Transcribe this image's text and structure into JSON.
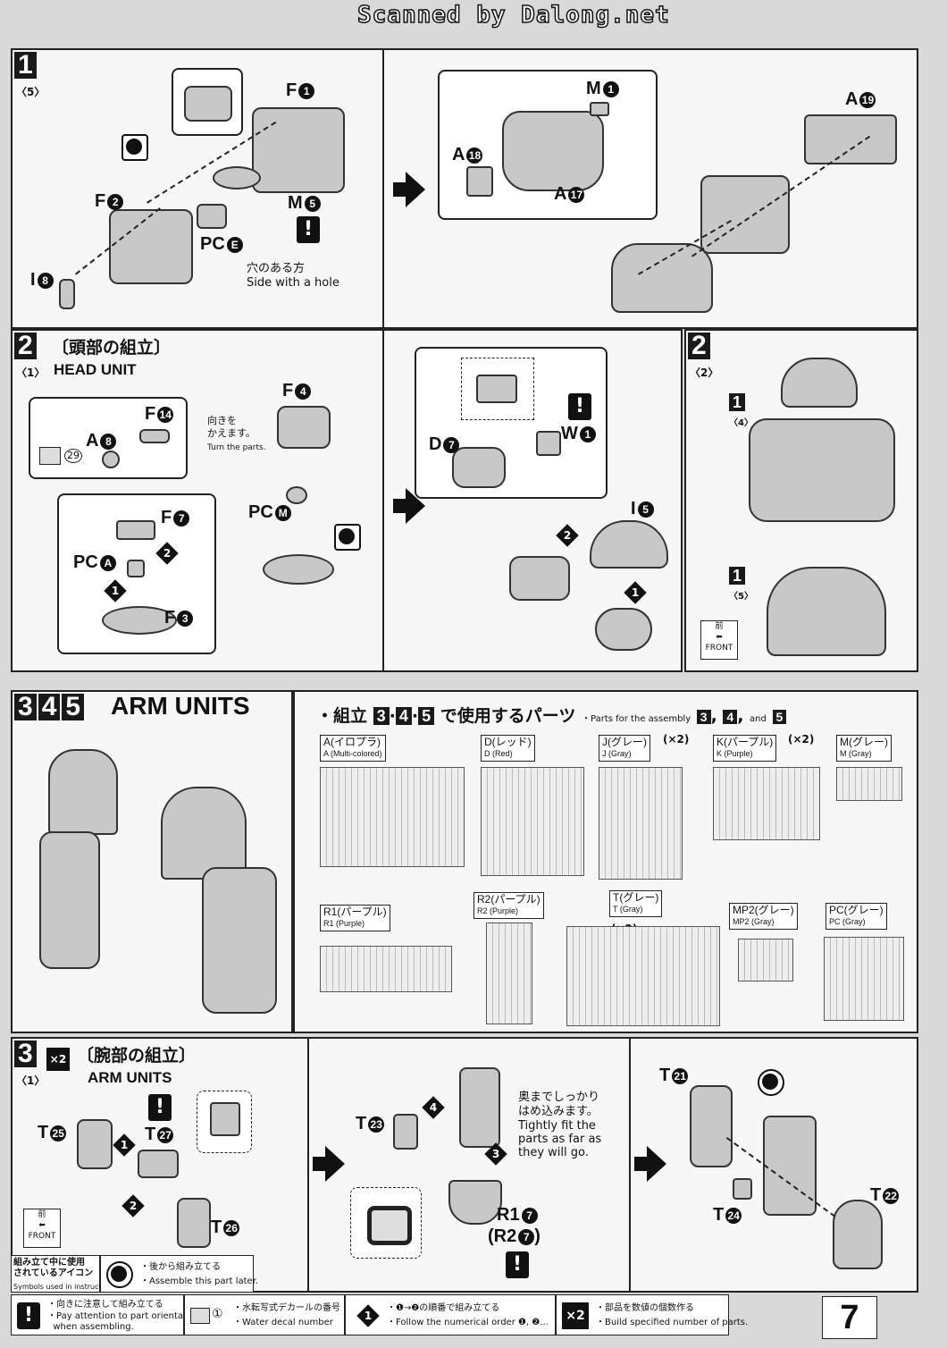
{
  "header": {
    "scan_credit": "Scanned by Dalong.net"
  },
  "page_number": "7",
  "step1": {
    "number": "1",
    "sub": "〈5〉",
    "parts": {
      "f1": "F",
      "f1n": "1",
      "f2": "F",
      "f2n": "2",
      "m5": "M",
      "m5n": "5",
      "pce": "PC",
      "pcen": "E",
      "i8": "I",
      "i8n": "8",
      "m1": "M",
      "m1n": "1",
      "a18": "A",
      "a18n": "18",
      "a17": "A",
      "a17n": "17",
      "a19": "A",
      "a19n": "19"
    },
    "hole_jp": "穴のある方",
    "hole_en": "Side with a hole"
  },
  "step2a": {
    "number": "2",
    "sub": "〈1〉",
    "title_jp": "〔頭部の組立〕",
    "title_en": "HEAD UNIT",
    "parts": {
      "f4": "F",
      "f4n": "4",
      "f14": "F",
      "f14n": "14",
      "a8": "A",
      "a8n": "8",
      "decal": "29",
      "f7": "F",
      "f7n": "7",
      "pca": "PC",
      "pcan": "A",
      "f3": "F",
      "f3n": "3",
      "pcm": "PC",
      "pcmn": "M",
      "d7": "D",
      "d7n": "7",
      "w1": "W",
      "w1n": "1",
      "i5": "I",
      "i5n": "5"
    },
    "turn_jp": "向きを\nかえます。",
    "turn_en": "Turn the parts."
  },
  "step2b": {
    "number": "2",
    "sub": "〈2〉",
    "ref1": "1",
    "ref1sub": "〈4〉",
    "ref2": "1",
    "ref2sub": "〈5〉",
    "front_jp": "前",
    "front_en": "FRONT"
  },
  "arm": {
    "numbers": [
      "3",
      "4",
      "5"
    ],
    "title_en": "ARM UNITS",
    "parts_heading_jp_pre": "・組立",
    "parts_heading_jp_post": "で使用するパーツ",
    "parts_heading_en": "・Parts for the assembly",
    "and": "and",
    "runners": [
      {
        "jp": "A(イロプラ)",
        "en": "A (Multi-colored)",
        "mult": ""
      },
      {
        "jp": "D(レッド)",
        "en": "D (Red)",
        "mult": ""
      },
      {
        "jp": "J(グレー)",
        "en": "J (Gray)",
        "mult": "(×2)"
      },
      {
        "jp": "K(パープル)",
        "en": "K (Purple)",
        "mult": "(×2)"
      },
      {
        "jp": "M(グレー)",
        "en": "M (Gray)",
        "mult": ""
      },
      {
        "jp": "R1(パープル)",
        "en": "R1 (Purple)",
        "mult": ""
      },
      {
        "jp": "R2(パープル)",
        "en": "R2 (Purple)",
        "mult": ""
      },
      {
        "jp": "T(グレー)",
        "en": "T (Gray)",
        "mult": "(×2)"
      },
      {
        "jp": "MP2(グレー)",
        "en": "MP2 (Gray)",
        "mult": ""
      },
      {
        "jp": "PC(グレー)",
        "en": "PC (Gray)",
        "mult": ""
      }
    ]
  },
  "step3": {
    "number": "3",
    "sub": "〈1〉",
    "mult": "×2",
    "title_jp": "〔腕部の組立〕",
    "title_en": "ARM UNITS",
    "parts": {
      "t25": "T",
      "t25n": "25",
      "t27": "T",
      "t27n": "27",
      "t26": "T",
      "t26n": "26",
      "t23": "T",
      "t23n": "23",
      "r17": "R1",
      "r17n": "7",
      "r27": "(R2",
      "r27n": "7",
      "r27close": ")",
      "t21": "T",
      "t21n": "21",
      "t24": "T",
      "t24n": "24",
      "t22": "T",
      "t22n": "22"
    },
    "tight_jp": "奥までしっかり\nはめ込みます。",
    "tight_en": "Tightly fit the\nparts as far as\nthey will go.",
    "front_jp": "前",
    "front_en": "FRONT"
  },
  "legend": {
    "title_jp": "組み立て中に使用\nされているアイコン",
    "title_en": "Symbols used in instructions",
    "later_jp": "・後から組み立てる",
    "later_en": "・Assemble this part later.",
    "attention_jp": "・向きに注意して組み立てる",
    "attention_en": "・Pay attention to part orientation\n  when assembling.",
    "decal_sym": "①",
    "decal_jp": "・水転写式デカールの番号",
    "decal_en": "・Water decal number",
    "order_jp": "・❶→❷の順番で組み立てる",
    "order_en": "・Follow the numerical order ❶, ❷...",
    "mult_sym": "×2",
    "mult_jp": "・部品を数値の個数作る",
    "mult_en": "・Build specified number of parts."
  }
}
